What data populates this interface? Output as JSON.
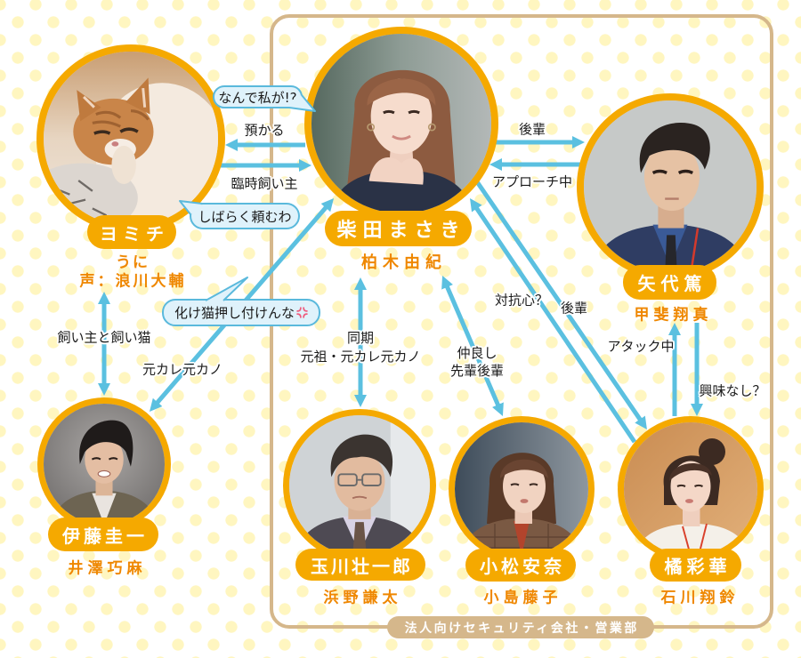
{
  "colors": {
    "accent_orange": "#f5a900",
    "actor_orange": "#ef8700",
    "arrow_blue": "#5bc0e0",
    "frame_tan": "#d5b78b",
    "bubble_fill": "#dff2fb",
    "bubble_border": "#5ab9dc",
    "dot_yellow": "#fff6c0"
  },
  "group": {
    "label": "法人向けセキュリティ会社・営業部"
  },
  "characters": {
    "yomichi": {
      "role": "ヨミチ",
      "actor_lines": [
        "うに",
        "声：浪川大輔"
      ]
    },
    "shibata": {
      "role": "柴田まさき",
      "actor": "柏木由紀"
    },
    "yashiro": {
      "role": "矢代篤",
      "actor": "甲斐翔真"
    },
    "ito": {
      "role": "伊藤圭一",
      "actor": "井澤巧麻"
    },
    "tamagawa": {
      "role": "玉川壮一郎",
      "actor": "浜野謙太"
    },
    "komatsu": {
      "role": "小松安奈",
      "actor": "小島藤子"
    },
    "tachibana": {
      "role": "橘彩華",
      "actor": "石川翔鈴"
    }
  },
  "relations": [
    {
      "from": "shibata",
      "to": "yomichi",
      "label_lines": [
        "預かる"
      ]
    },
    {
      "from": "yomichi",
      "to": "shibata",
      "label_lines": [
        "臨時飼い主"
      ]
    },
    {
      "from": "shibata",
      "to": "yashiro",
      "label_lines": [
        "後輩"
      ]
    },
    {
      "from": "yashiro",
      "to": "shibata",
      "label_lines": [
        "アプローチ中"
      ]
    },
    {
      "between": [
        "yomichi",
        "ito"
      ],
      "label_lines": [
        "飼い主と飼い猫"
      ]
    },
    {
      "between": [
        "ito",
        "shibata"
      ],
      "label_lines": [
        "元カレ元カノ"
      ]
    },
    {
      "between": [
        "shibata",
        "tamagawa"
      ],
      "label_lines": [
        "同期",
        "元祖・元カレ元カノ"
      ]
    },
    {
      "between": [
        "shibata",
        "komatsu"
      ],
      "label_lines": [
        "仲良し",
        "先輩後輩"
      ]
    },
    {
      "from": "tachibana",
      "to": "shibata",
      "label_lines": [
        "対抗心？"
      ]
    },
    {
      "from": "shibata",
      "to": "tachibana",
      "label_lines": [
        "後輩"
      ]
    },
    {
      "from": "tachibana",
      "to": "yashiro",
      "label_lines": [
        "アタック中"
      ]
    },
    {
      "from": "yashiro",
      "to": "tachibana",
      "label_lines": [
        "興味なし？"
      ]
    }
  ],
  "speech_bubbles": [
    {
      "text": "なんで私が!?"
    },
    {
      "text": "しばらく頼むわ"
    },
    {
      "text": "化け猫押し付けんな",
      "icon": "anger-vein"
    }
  ]
}
